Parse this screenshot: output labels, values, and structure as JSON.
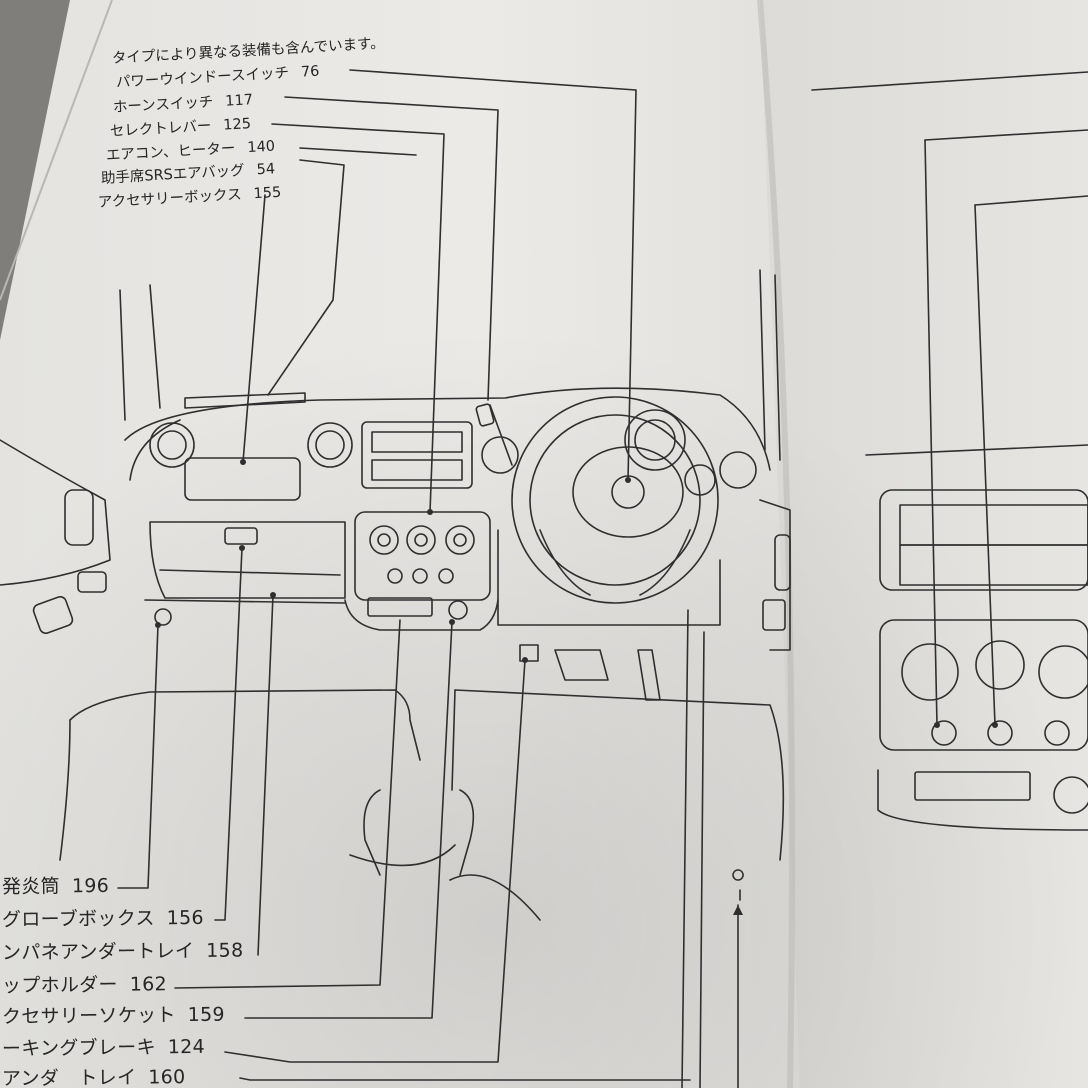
{
  "manual": {
    "heading": "タイプにより異なる装備も含んでいます。",
    "top_callouts": [
      {
        "label": "パワーウインドースイッチ",
        "page": "76"
      },
      {
        "label": "ホーンスイッチ",
        "page": "117"
      },
      {
        "label": "セレクトレバー",
        "page": "125"
      },
      {
        "label": "エアコン、ヒーター",
        "page": "140"
      },
      {
        "label": "助手席SRSエアバッグ",
        "page": "54"
      },
      {
        "label": "アクセサリーボックス",
        "page": "155"
      }
    ],
    "bottom_callouts": [
      {
        "label": "発炎筒",
        "page": "196"
      },
      {
        "label": "グローブボックス",
        "page": "156"
      },
      {
        "label": "ンパネアンダートレイ",
        "page": "158"
      },
      {
        "label": "ップホルダー",
        "page": "162"
      },
      {
        "label": "クセサリーソケット",
        "page": "159"
      },
      {
        "label": "ーキングブレーキ",
        "page": "124"
      },
      {
        "label": "アンダ　トレイ",
        "page": "160"
      }
    ]
  }
}
